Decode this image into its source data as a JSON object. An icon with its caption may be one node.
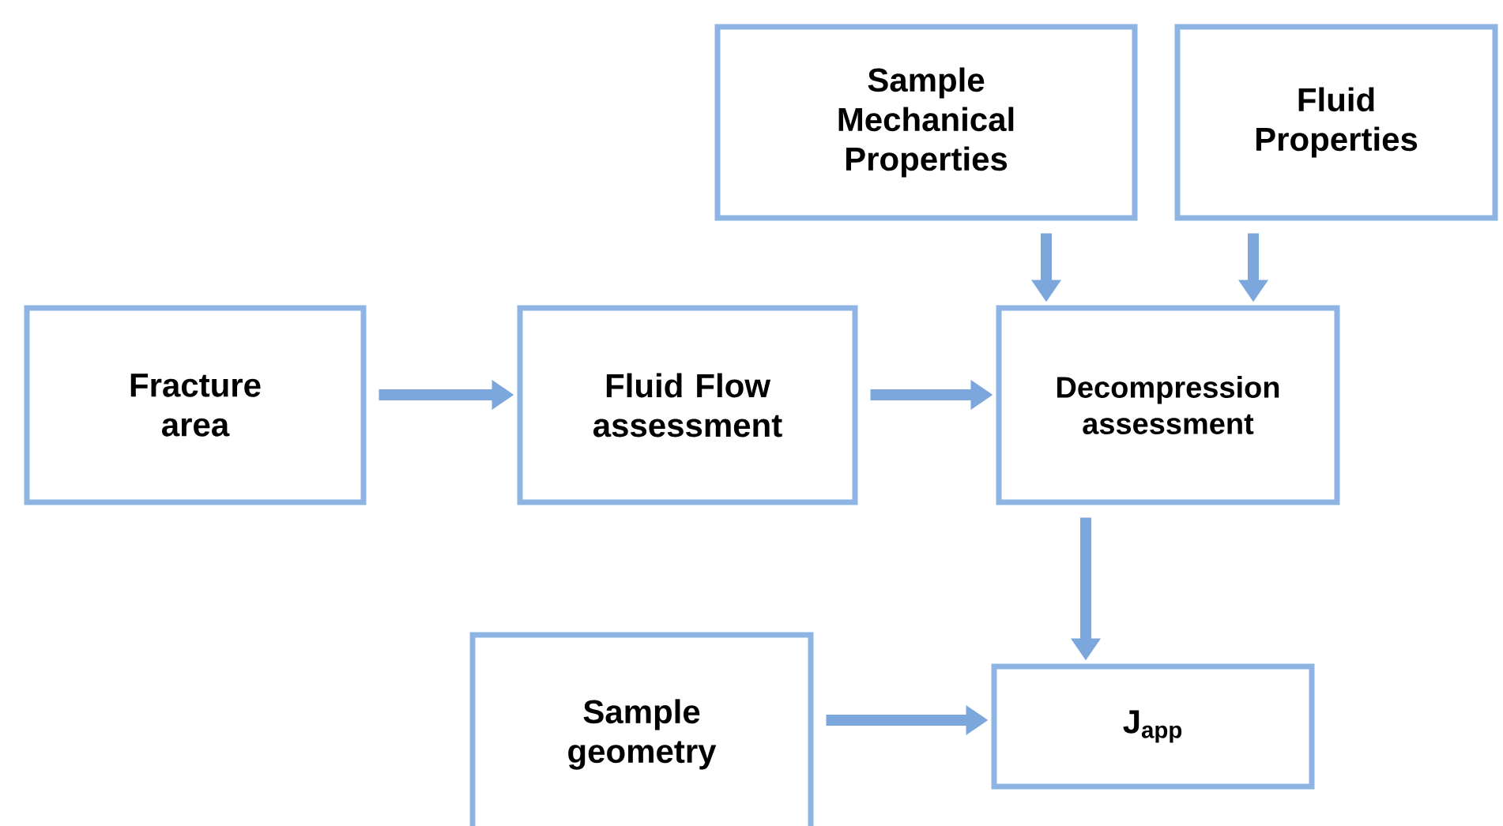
{
  "diagram": {
    "nodes": [
      {
        "text": [
          "Sample Mechanical Properties"
        ]
      },
      {
        "text": [
          "Fluid Properties"
        ]
      },
      {
        "text": [
          "Fracture area"
        ]
      },
      {
        "text": [
          "Fluid Flow assessment"
        ]
      },
      {
        "text": [
          "Decompression assessment"
        ]
      },
      {
        "text": [
          "Sample geometry"
        ]
      },
      {
        "text": [
          "J$_{app}$"
        ]
      }
    ],
    "edges": [
      {
        "from": 2,
        "to": 3,
        "arrow": "to"
      },
      {
        "from": 3,
        "to": 4,
        "arrow": "to"
      },
      {
        "from": 0,
        "to": 4,
        "arrow": "to"
      },
      {
        "from": 1,
        "to": 4,
        "arrow": "to"
      },
      {
        "from": 4,
        "to": 6,
        "arrow": "to"
      },
      {
        "from": 5,
        "to": 6,
        "arrow": "to"
      }
    ]
  }
}
